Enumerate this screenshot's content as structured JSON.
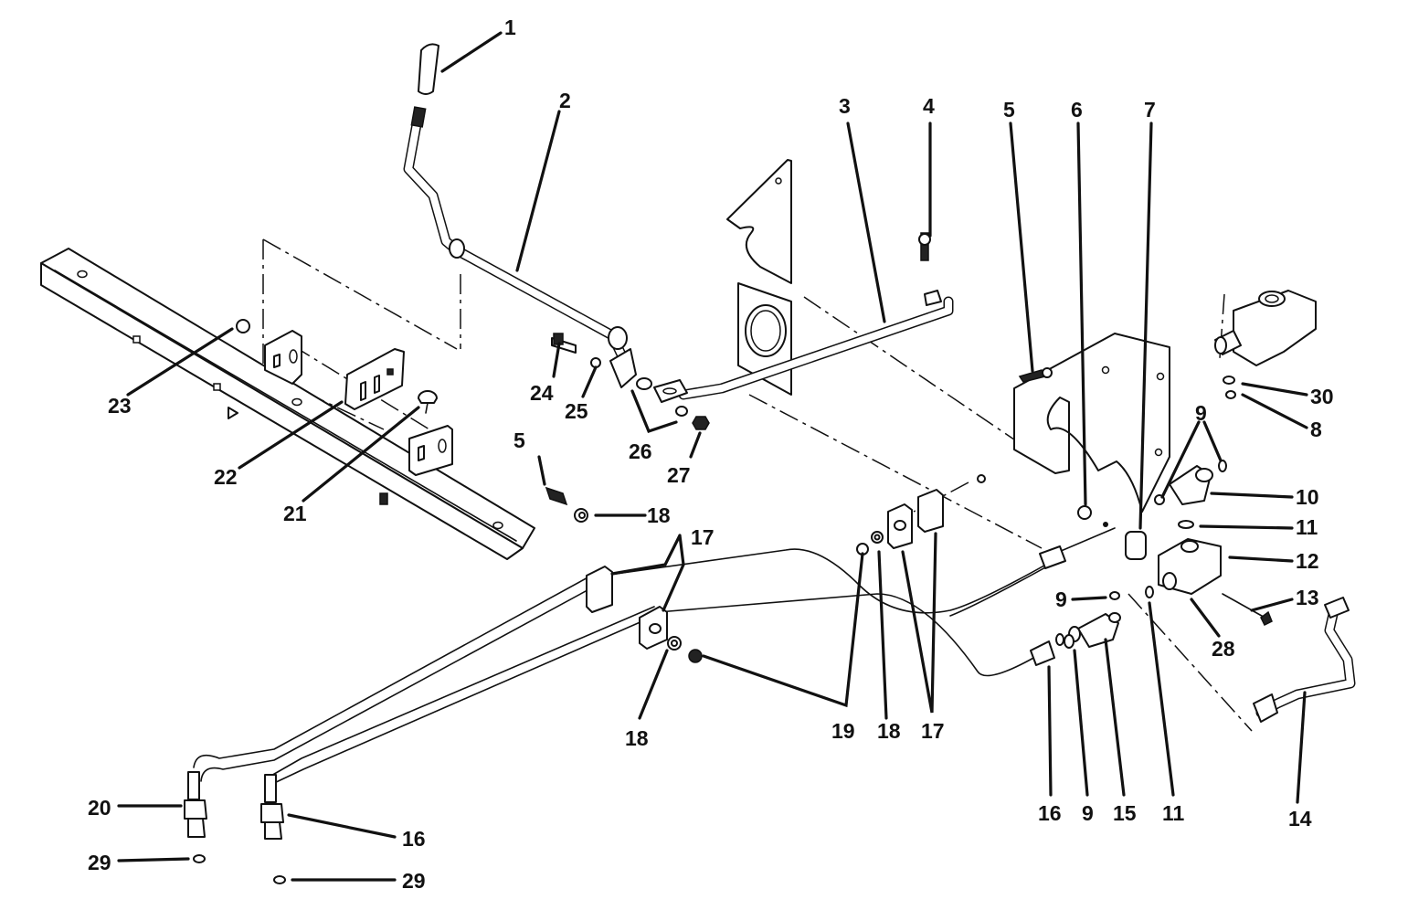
{
  "diagram": {
    "callouts": [
      "1",
      "2",
      "3",
      "4",
      "5",
      "6",
      "7",
      "9",
      "30",
      "8",
      "10",
      "11",
      "12",
      "13",
      "28",
      "14",
      "5",
      "18",
      "17",
      "24",
      "25",
      "26",
      "27",
      "23",
      "22",
      "21",
      "9",
      "16",
      "9",
      "15",
      "11",
      "19",
      "18",
      "17",
      "18",
      "20",
      "16",
      "29",
      "29"
    ]
  }
}
